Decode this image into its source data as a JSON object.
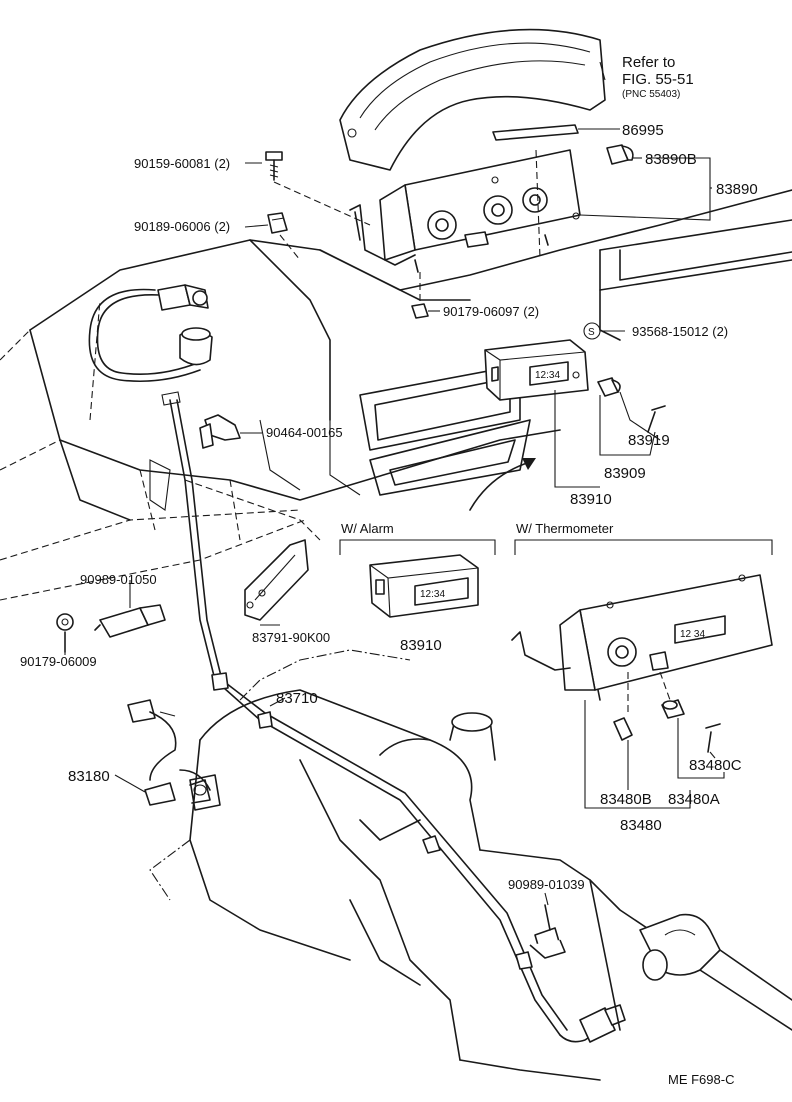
{
  "refer": {
    "line1": "Refer to",
    "line2": "FIG. 55-51",
    "line3": "(PNC 55403)"
  },
  "sections": {
    "alarm": "W/ Alarm",
    "thermometer": "W/ Thermometer"
  },
  "symbol_s": "S",
  "parts": {
    "p86995": "86995",
    "p83890B": "83890B",
    "p83890": "83890",
    "p90159": "90159-60081 (2)",
    "p90189": "90189-06006 (2)",
    "p90179a": "90179-06097 (2)",
    "p93568": "93568-15012 (2)",
    "p90464": "90464-00165",
    "p83919": "83919",
    "p83909": "83909",
    "p83910a": "83910",
    "p83910b": "83910",
    "p90989a": "90989-01050",
    "p90179b": "90179-06009",
    "p83791": "83791-90K00",
    "p83710": "83710",
    "p83180": "83180",
    "p83480C": "83480C",
    "p83480B": "83480B",
    "p83480A": "83480A",
    "p83480": "83480",
    "p90989b": "90989-01039"
  },
  "display": {
    "alarm_readout": "12:34",
    "clock_readout": "12:34",
    "thermo_readout": "12 34"
  },
  "footer": "ME  F698-C"
}
